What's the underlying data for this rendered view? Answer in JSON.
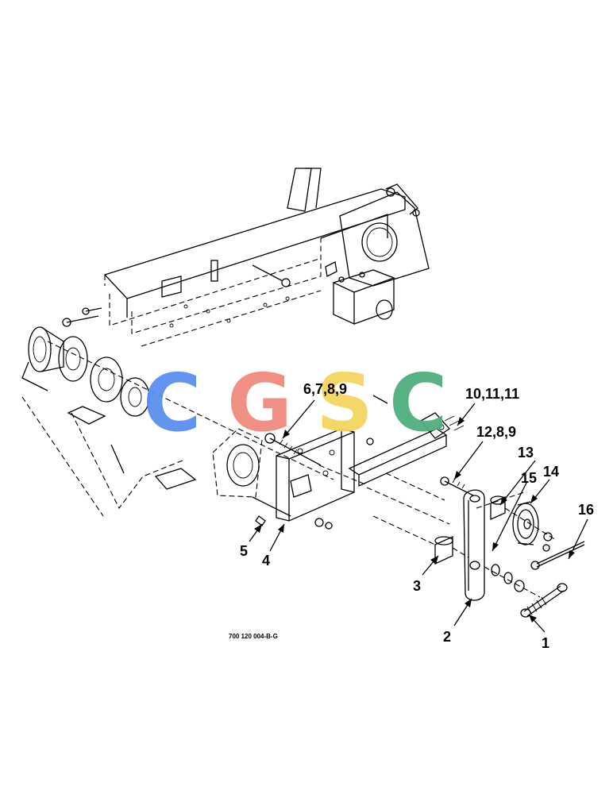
{
  "watermark": {
    "letters": [
      "C",
      "G",
      "S",
      "C"
    ],
    "colors": [
      "#5b8ff0",
      "#f08b7e",
      "#f5d560",
      "#4fae7e"
    ]
  },
  "callouts": {
    "c1": "1",
    "c2": "2",
    "c3": "3",
    "c4": "4",
    "c5": "5",
    "c6": "6,7,8,9",
    "c10": "10,11,11",
    "c12": "12,8,9",
    "c13": "13",
    "c14": "14",
    "c15": "15",
    "c16": "16"
  },
  "part_number": "700 120 004-B-G"
}
